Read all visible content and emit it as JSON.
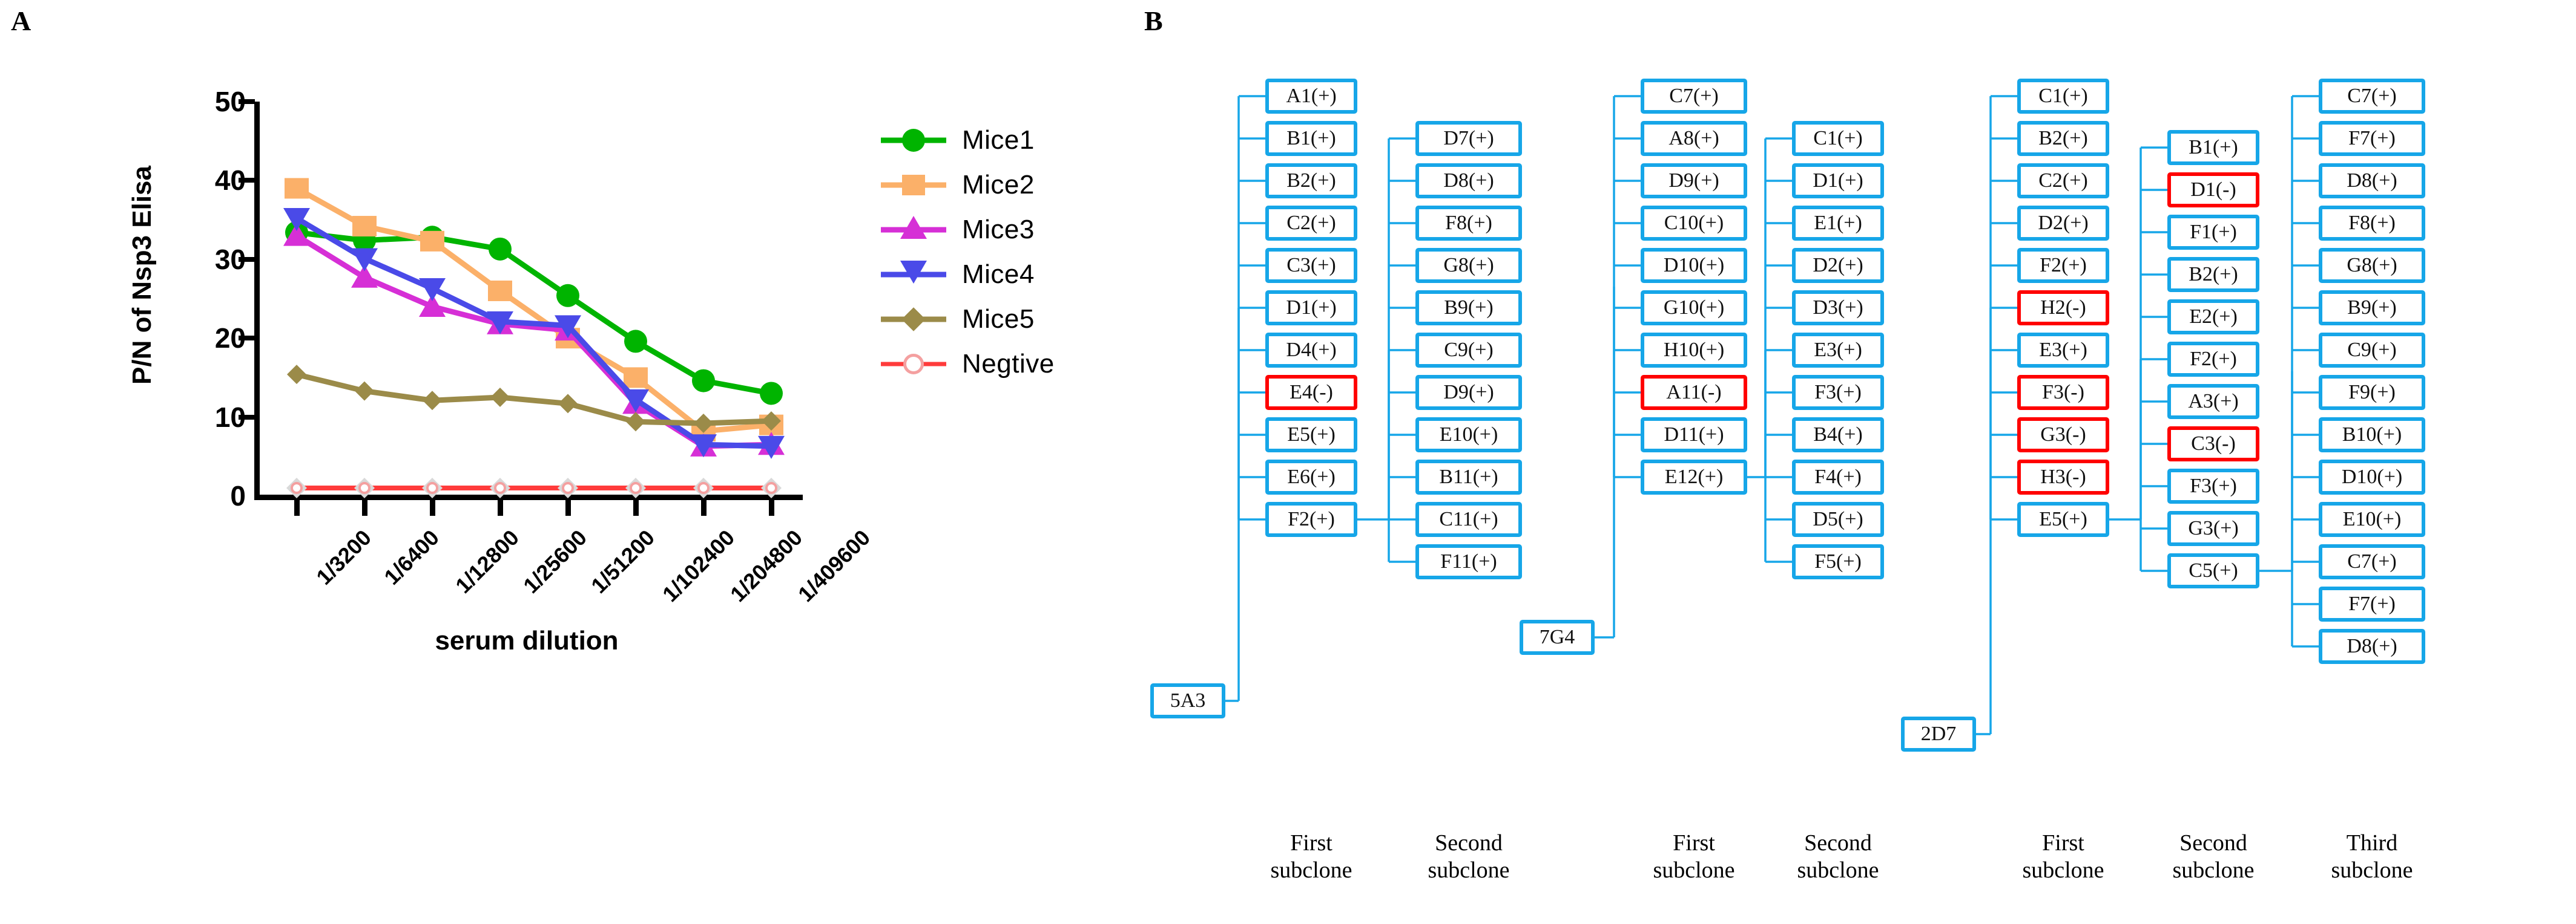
{
  "figure": {
    "panel_a_letter": "A",
    "panel_b_letter": "B"
  },
  "chart_data": {
    "type": "line",
    "title": "",
    "xlabel": "serum dilution",
    "ylabel": "P/N of Nsp3  Elisa",
    "categories": [
      "1/3200",
      "1/6400",
      "1/12800",
      "1/25600",
      "1/51200",
      "1/102400",
      "1/204800",
      "1/409600"
    ],
    "ylim": [
      0,
      50
    ],
    "yticks": [
      0,
      10,
      20,
      30,
      40,
      50
    ],
    "grid": false,
    "legend_position": "right",
    "series": [
      {
        "name": "Mice1",
        "color": "#00b400",
        "marker": "circle",
        "values": [
          33.4,
          32.4,
          32.8,
          31.3,
          25.4,
          19.6,
          14.6,
          13.0
        ]
      },
      {
        "name": "Mice2",
        "color": "#fbb069",
        "marker": "square",
        "values": [
          39.0,
          34.2,
          32.3,
          26.0,
          20.0,
          15.0,
          8.2,
          9.0
        ]
      },
      {
        "name": "Mice3",
        "color": "#d62fd6",
        "marker": "triangle-up",
        "values": [
          33.0,
          27.7,
          24.0,
          21.8,
          21.0,
          11.7,
          6.3,
          6.5
        ]
      },
      {
        "name": "Mice4",
        "color": "#4a4ae8",
        "marker": "triangle-down",
        "values": [
          35.2,
          30.1,
          26.3,
          22.1,
          21.6,
          12.2,
          6.5,
          6.3
        ]
      },
      {
        "name": "Mice5",
        "color": "#9b8b49",
        "marker": "diamond",
        "values": [
          15.4,
          13.3,
          12.1,
          12.5,
          11.7,
          9.4,
          9.2,
          9.5
        ]
      },
      {
        "name": "Negtive",
        "color": "#ff3b3b",
        "marker": "diamond-open",
        "values": [
          1.0,
          1.0,
          1.0,
          1.0,
          1.0,
          1.0,
          1.0,
          1.0
        ]
      }
    ]
  },
  "panel_b": {
    "clones": [
      {
        "root": "5A3",
        "columns": [
          {
            "caption_line1": "First",
            "caption_line2": "subclone",
            "nodes": [
              {
                "label": "A1(+)",
                "sign": "+"
              },
              {
                "label": "B1(+)",
                "sign": "+"
              },
              {
                "label": "B2(+)",
                "sign": "+"
              },
              {
                "label": "C2(+)",
                "sign": "+"
              },
              {
                "label": "C3(+)",
                "sign": "+"
              },
              {
                "label": "D1(+)",
                "sign": "+"
              },
              {
                "label": "D4(+)",
                "sign": "+"
              },
              {
                "label": "E4(-)",
                "sign": "-"
              },
              {
                "label": "E5(+)",
                "sign": "+"
              },
              {
                "label": "E6(+)",
                "sign": "+"
              },
              {
                "label": "F2(+)",
                "sign": "+"
              }
            ]
          },
          {
            "caption_line1": "Second",
            "caption_line2": "subclone",
            "nodes": [
              {
                "label": "D7(+)",
                "sign": "+"
              },
              {
                "label": "D8(+)",
                "sign": "+"
              },
              {
                "label": "F8(+)",
                "sign": "+"
              },
              {
                "label": "G8(+)",
                "sign": "+"
              },
              {
                "label": "B9(+)",
                "sign": "+"
              },
              {
                "label": "C9(+)",
                "sign": "+"
              },
              {
                "label": "D9(+)",
                "sign": "+"
              },
              {
                "label": "E10(+)",
                "sign": "+"
              },
              {
                "label": "B11(+)",
                "sign": "+"
              },
              {
                "label": "C11(+)",
                "sign": "+"
              },
              {
                "label": "F11(+)",
                "sign": "+"
              }
            ]
          }
        ]
      },
      {
        "root": "7G4",
        "columns": [
          {
            "caption_line1": "First",
            "caption_line2": "subclone",
            "nodes": [
              {
                "label": "C7(+)",
                "sign": "+"
              },
              {
                "label": "A8(+)",
                "sign": "+"
              },
              {
                "label": "D9(+)",
                "sign": "+"
              },
              {
                "label": "C10(+)",
                "sign": "+"
              },
              {
                "label": "D10(+)",
                "sign": "+"
              },
              {
                "label": "G10(+)",
                "sign": "+"
              },
              {
                "label": "H10(+)",
                "sign": "+"
              },
              {
                "label": "A11(-)",
                "sign": "-"
              },
              {
                "label": "D11(+)",
                "sign": "+"
              },
              {
                "label": "E12(+)",
                "sign": "+"
              }
            ]
          },
          {
            "caption_line1": "Second",
            "caption_line2": "subclone",
            "nodes": [
              {
                "label": "C1(+)",
                "sign": "+"
              },
              {
                "label": "D1(+)",
                "sign": "+"
              },
              {
                "label": "E1(+)",
                "sign": "+"
              },
              {
                "label": "D2(+)",
                "sign": "+"
              },
              {
                "label": "D3(+)",
                "sign": "+"
              },
              {
                "label": "E3(+)",
                "sign": "+"
              },
              {
                "label": "F3(+)",
                "sign": "+"
              },
              {
                "label": "B4(+)",
                "sign": "+"
              },
              {
                "label": "F4(+)",
                "sign": "+"
              },
              {
                "label": "D5(+)",
                "sign": "+"
              },
              {
                "label": "F5(+)",
                "sign": "+"
              }
            ]
          }
        ]
      },
      {
        "root": "2D7",
        "columns": [
          {
            "caption_line1": "First",
            "caption_line2": "subclone",
            "nodes": [
              {
                "label": "C1(+)",
                "sign": "+"
              },
              {
                "label": "B2(+)",
                "sign": "+"
              },
              {
                "label": "C2(+)",
                "sign": "+"
              },
              {
                "label": "D2(+)",
                "sign": "+"
              },
              {
                "label": "F2(+)",
                "sign": "+"
              },
              {
                "label": "H2(-)",
                "sign": "-"
              },
              {
                "label": "E3(+)",
                "sign": "+"
              },
              {
                "label": "F3(-)",
                "sign": "-"
              },
              {
                "label": "G3(-)",
                "sign": "-"
              },
              {
                "label": "H3(-)",
                "sign": "-"
              },
              {
                "label": "E5(+)",
                "sign": "+"
              }
            ]
          },
          {
            "caption_line1": "Second",
            "caption_line2": "subclone",
            "nodes": [
              {
                "label": "B1(+)",
                "sign": "+"
              },
              {
                "label": "D1(-)",
                "sign": "-"
              },
              {
                "label": "F1(+)",
                "sign": "+"
              },
              {
                "label": "B2(+)",
                "sign": "+"
              },
              {
                "label": "E2(+)",
                "sign": "+"
              },
              {
                "label": "F2(+)",
                "sign": "+"
              },
              {
                "label": "A3(+)",
                "sign": "+"
              },
              {
                "label": "C3(-)",
                "sign": "-"
              },
              {
                "label": "F3(+)",
                "sign": "+"
              },
              {
                "label": "G3(+)",
                "sign": "+"
              },
              {
                "label": "C5(+)",
                "sign": "+"
              }
            ]
          },
          {
            "caption_line1": "Third",
            "caption_line2": "subclone",
            "nodes": [
              {
                "label": "C7(+)",
                "sign": "+"
              },
              {
                "label": "F7(+)",
                "sign": "+"
              },
              {
                "label": "D8(+)",
                "sign": "+"
              },
              {
                "label": "F8(+)",
                "sign": "+"
              },
              {
                "label": "G8(+)",
                "sign": "+"
              },
              {
                "label": "B9(+)",
                "sign": "+"
              },
              {
                "label": "C9(+)",
                "sign": "+"
              },
              {
                "label": "F9(+)",
                "sign": "+"
              },
              {
                "label": "B10(+)",
                "sign": "+"
              },
              {
                "label": "D10(+)",
                "sign": "+"
              },
              {
                "label": "E10(+)",
                "sign": "+"
              },
              {
                "label": "C7(+)",
                "sign": "+"
              },
              {
                "label": "F7(+)",
                "sign": "+"
              },
              {
                "label": "D8(+)",
                "sign": "+"
              }
            ]
          }
        ]
      }
    ],
    "colors": {
      "positive_border": "#16a6e8",
      "negative_border": "#ff0000"
    }
  }
}
